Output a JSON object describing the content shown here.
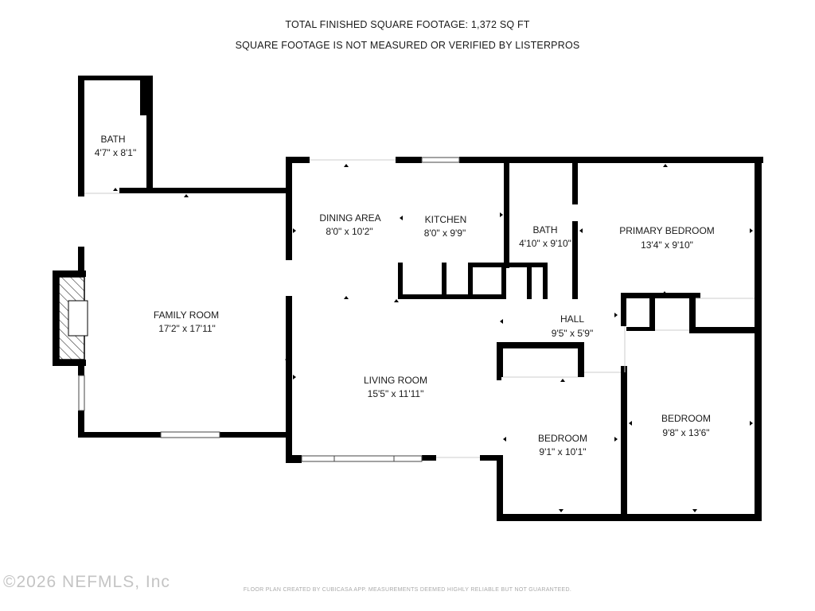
{
  "header": {
    "total_sqft": "TOTAL FINISHED SQUARE FOOTAGE: 1,372 SQ FT",
    "disclaimer": "SQUARE FOOTAGE IS NOT MEASURED OR VERIFIED BY LISTERPROS"
  },
  "rooms": {
    "bath_left": {
      "name": "BATH",
      "dims": "4'7\" x 8'1\""
    },
    "dining": {
      "name": "DINING AREA",
      "dims": "8'0\" x 10'2\""
    },
    "kitchen": {
      "name": "KITCHEN",
      "dims": "8'0\" x 9'9\""
    },
    "bath_center": {
      "name": "BATH",
      "dims": "4'10\" x 9'10\""
    },
    "primary_bedroom": {
      "name": "PRIMARY BEDROOM",
      "dims": "13'4\" x 9'10\""
    },
    "family_room": {
      "name": "FAMILY ROOM",
      "dims": "17'2\" x 17'11\""
    },
    "hall": {
      "name": "HALL",
      "dims": "9'5\" x 5'9\""
    },
    "living_room": {
      "name": "LIVING ROOM",
      "dims": "15'5\" x 11'11\""
    },
    "bedroom_center": {
      "name": "BEDROOM",
      "dims": "9'1\" x 10'1\""
    },
    "bedroom_right": {
      "name": "BEDROOM",
      "dims": "9'8\" x 13'6\""
    }
  },
  "footer": "FLOOR PLAN CREATED BY CUBICASA APP. MEASUREMENTS DEEMED HIGHLY RELIABLE BUT NOT GUARANTEED.",
  "watermark": "©2026 NEFMLS, Inc",
  "colors": {
    "wall": "#000000",
    "window": "#cfcfcf",
    "text": "#1a1a1a"
  }
}
